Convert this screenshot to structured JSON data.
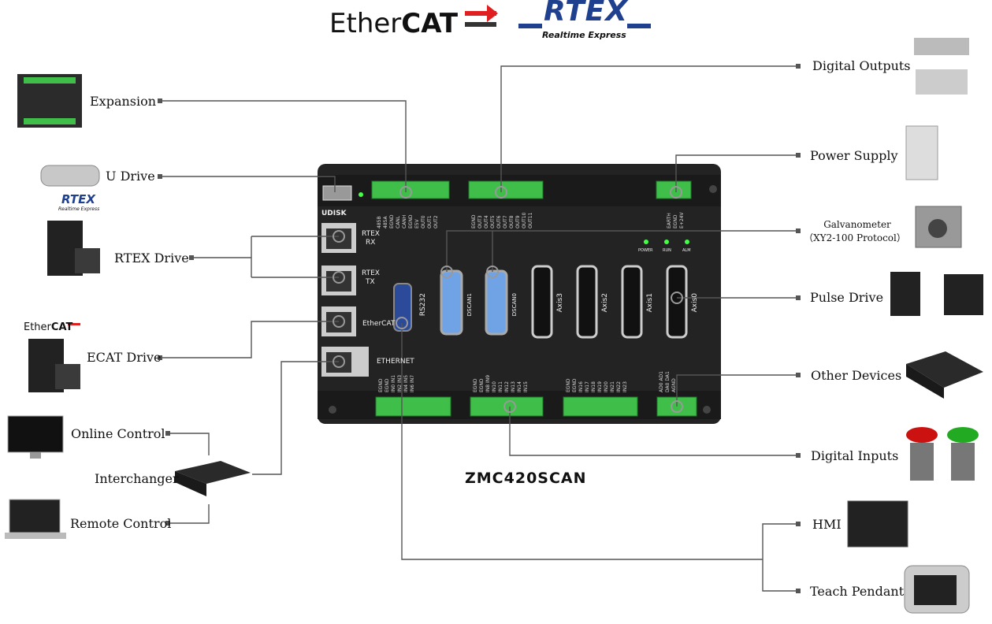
{
  "logos": {
    "ethercat_a": "Ether",
    "ethercat_b": "CAT",
    "rtex": "RTEX",
    "rtex_sub": "Realtime Express",
    "ethercat_small_a": "Ether",
    "ethercat_small_b": "CAT",
    "rtex_small": "RTEX",
    "rtex_small_sub": "Realtime Express"
  },
  "product": {
    "name": "ZMC420SCAN"
  },
  "left_labels": {
    "expansion": "Expansion",
    "udrive": "U Drive",
    "rtex_drive": "RTEX  Drive",
    "ecat_drive": "ECAT Drive",
    "online_control": "Online  Control",
    "interchanger": "Interchanger",
    "remote_control": "Remote  Control"
  },
  "right_labels": {
    "digital_outputs": "Digital  Outputs",
    "power_supply": "Power  Supply",
    "galvo_line1": "Galvanometer",
    "galvo_line2": "（XY2-100  Protocol）",
    "pulse_drive": "Pulse Drive",
    "other_devices": "Other  Devices",
    "digital_inputs": "Digital  Inputs",
    "hmi": "HMI",
    "teach_pendant": "Teach Pendant"
  },
  "controller": {
    "udisk": "UDISK",
    "rtex_rx_1": "RTEX",
    "rtex_rx_2": "RX",
    "rtex_tx_1": "RTEX",
    "rtex_tx_2": "TX",
    "ethercat": "EtherCAT",
    "ethernet": "ETHERNET",
    "rs232": "RS232",
    "dscan1": "DSCAN1",
    "dscan0": "DSCAN0",
    "axis3": "Axis3",
    "axis2": "Axis2",
    "axis1": "Axis1",
    "axis0": "Axis0",
    "led_power": "POWER",
    "led_run": "RUN",
    "led_alm": "ALM",
    "pins_top1": "485B 485A EGND CANL CANH EGND E5V OUT0 OUT1 OUT2",
    "pins_top2": "EGND OUT3 OUT4 OUT5 OUT6 OUT7 OUT8 OUT9 OUT10 OUT11",
    "pins_power": "EARTH EGND E+24V",
    "pins_bot1": "EGND EGND IN0 IN1 IN2 IN3 IN4 IN5 IN6 IN7",
    "pins_bot2": "EGND EGND IN8 IN9 IN10 IN11 IN12 IN13 IN14 IN15",
    "pins_bot3": "EGND EGND IN16 IN17 IN18 IN19 IN20 IN21 IN22 IN23",
    "pins_bot4": "AD0 AD1 DA0 DA1 AGND"
  },
  "colors": {
    "line": "#555555",
    "panel": "#1e1e1e",
    "terminal_green": "#3fbf4a",
    "rtex_blue": "#1f3f8f",
    "ethercat_red": "#e02020"
  }
}
